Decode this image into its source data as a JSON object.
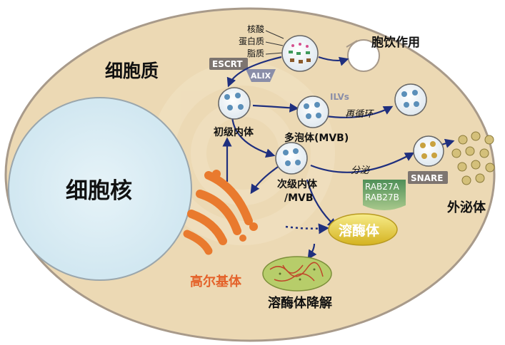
{
  "labels": {
    "cytoplasm": "细胞质",
    "nucleus": "细胞核",
    "cargo_nucleic_acid": "核酸",
    "cargo_protein": "蛋白质",
    "cargo_lipid": "脂质",
    "escrt": "ESCRT",
    "alix": "ALIX",
    "endocytosis": "胞饮作用",
    "early_endosome": "初级内体",
    "ilvs": "ILVs",
    "mvb": "多泡体(MVB)",
    "recycling": "再循环",
    "late_endosome_line1": "次级内体",
    "late_endosome_line2": "/MVB",
    "secretion": "分泌",
    "rab27a": "RAB27A",
    "rab27b": "RAB27B",
    "snare": "SNARE",
    "exosomes": "外泌体",
    "lysosome": "溶酶体",
    "golgi": "高尔基体",
    "lysosomal_degradation": "溶酶体降解"
  },
  "colors": {
    "cell_fill": "#ecd9b4",
    "cell_border": "#a89a8a",
    "nucleus_fill": "#dbedf5",
    "arrow": "#1f2f7e",
    "golgi": "#e97a2e",
    "golgi_text": "#e4622a",
    "lysosome": "#e7d13a",
    "label_badge": "#7d7570",
    "rab_fill": "#5f9c62"
  }
}
